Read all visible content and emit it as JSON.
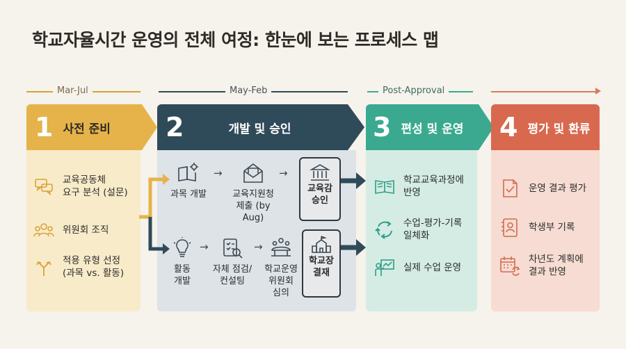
{
  "title": "학교자율시간 운영의 전체 여정: 한눈에 보는 프로세스 맵",
  "timeline": {
    "t1": "Mar-Jul",
    "t2": "May-Feb",
    "t3": "Post-Approval"
  },
  "phases": [
    {
      "number": "1",
      "title": "사전 준비",
      "color": "#e6b34a",
      "items": [
        {
          "icon": "speech-bubbles-icon",
          "text": "교육공동체\n요구 분석 (설문)"
        },
        {
          "icon": "group-icon",
          "text": "위원회 조직"
        },
        {
          "icon": "fork-arrow-icon",
          "text": "적용 유형 선정\n(과목 vs. 활동)"
        }
      ]
    },
    {
      "number": "2",
      "title": "개발 및 승인",
      "color": "#2f4a58",
      "track_a": {
        "nodes": [
          {
            "icon": "book-gear-icon",
            "text": "과목 개발"
          },
          {
            "icon": "envelope-icon",
            "text": "교육지원청\n제출 (by Aug)"
          }
        ],
        "approval": {
          "icon": "government-building-icon",
          "text": "교육감\n승인"
        }
      },
      "track_b": {
        "nodes": [
          {
            "icon": "lightbulb-icon",
            "text": "활동\n개발"
          },
          {
            "icon": "checklist-magnifier-icon",
            "text": "자체 점검/\n컨설팅"
          },
          {
            "icon": "meeting-table-icon",
            "text": "학교운영\n위원회\n심의"
          }
        ],
        "approval": {
          "icon": "school-building-icon",
          "text": "학교장\n결재"
        }
      }
    },
    {
      "number": "3",
      "title": "편성 및 운영",
      "color": "#3aa98f",
      "items": [
        {
          "icon": "open-book-icon",
          "text": "학교교육과정에\n반영"
        },
        {
          "icon": "cycle-arrows-icon",
          "text": "수업-평가-기록\n일체화"
        },
        {
          "icon": "teacher-board-icon",
          "text": "실제 수업 운영"
        }
      ]
    },
    {
      "number": "4",
      "title": "평가 및 환류",
      "color": "#d8694f",
      "items": [
        {
          "icon": "check-document-icon",
          "text": "운영 결과 평가"
        },
        {
          "icon": "student-record-icon",
          "text": "학생부 기록"
        },
        {
          "icon": "calendar-cycle-icon",
          "text": "차년도 계획에\n결과 반영"
        }
      ]
    }
  ]
}
